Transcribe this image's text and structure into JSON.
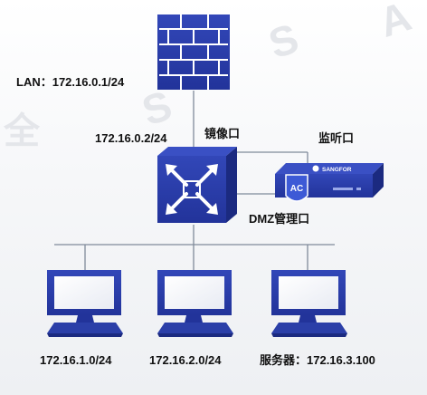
{
  "labels": {
    "lan": "LAN：172.16.0.1/24",
    "switch_ip": "172.16.0.2/24",
    "mirror_port": "镜像口",
    "listen_port": "监听口",
    "dmz_port": "DMZ管理口",
    "subnet1": "172.16.1.0/24",
    "subnet2": "172.16.2.0/24",
    "server": "服务器：172.16.3.100"
  },
  "device": {
    "brand": "SANGFOR",
    "badge": "AC"
  },
  "colors": {
    "blue": "#2b3fa8",
    "blue_dark": "#1d2d85",
    "line": "#7f8a9a"
  }
}
